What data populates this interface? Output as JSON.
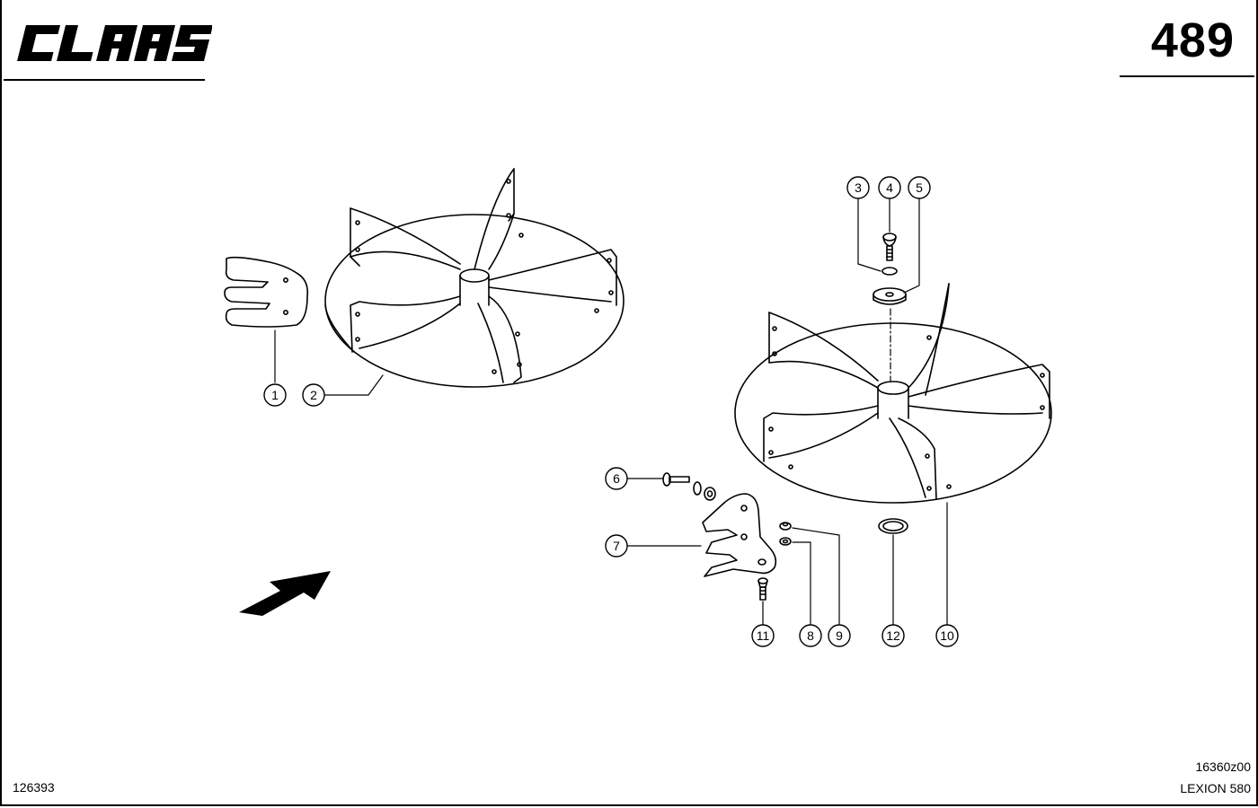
{
  "header": {
    "brand": "CLAAS",
    "page_number": "489"
  },
  "footer": {
    "illustration_id": "126393",
    "drawing_code": "16360z00",
    "model": "LEXION 580"
  },
  "callouts": [
    {
      "id": "c1",
      "label": "1"
    },
    {
      "id": "c2",
      "label": "2"
    },
    {
      "id": "c3",
      "label": "3"
    },
    {
      "id": "c4",
      "label": "4"
    },
    {
      "id": "c5",
      "label": "5"
    },
    {
      "id": "c6",
      "label": "6"
    },
    {
      "id": "c7",
      "label": "7"
    },
    {
      "id": "c8",
      "label": "8"
    },
    {
      "id": "c9",
      "label": "9"
    },
    {
      "id": "c10",
      "label": "10"
    },
    {
      "id": "c11",
      "label": "11"
    },
    {
      "id": "c12",
      "label": "12"
    }
  ],
  "colors": {
    "ink": "#000000",
    "paper": "#ffffff"
  }
}
